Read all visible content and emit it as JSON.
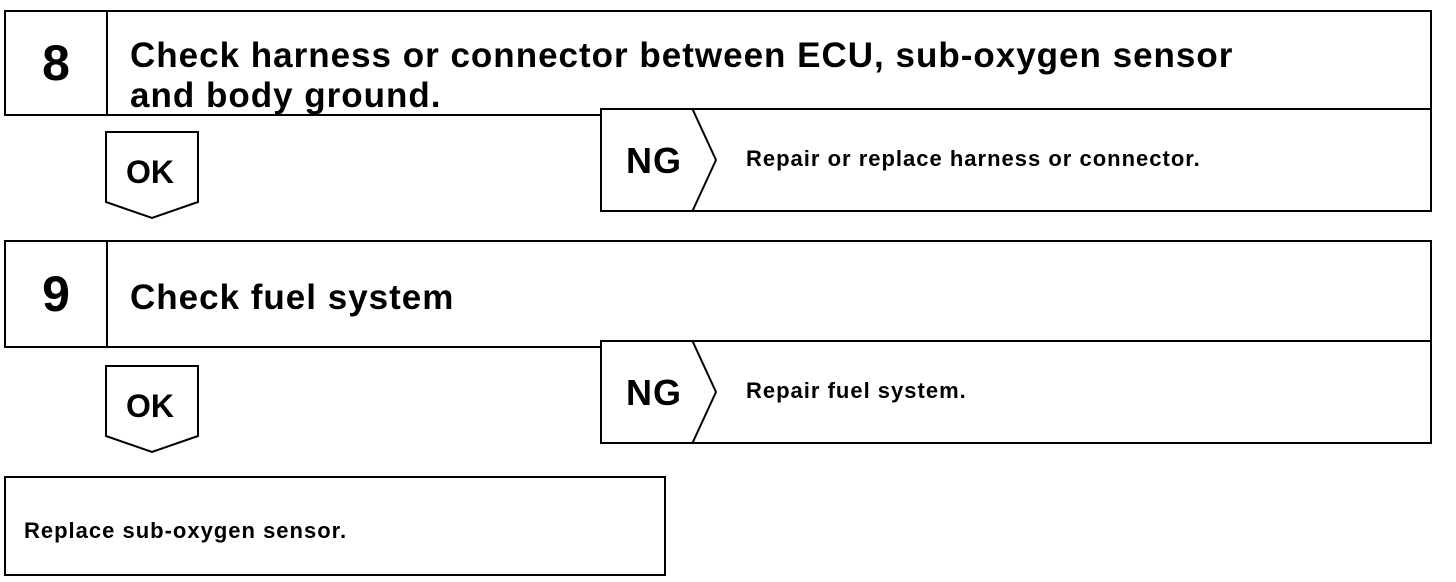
{
  "steps": [
    {
      "number": "8",
      "title_line1": "Check harness or connector between ECU, sub-oxygen sensor",
      "title_line2": "and body ground.",
      "ok_label": "OK",
      "ng_label": "NG",
      "ng_action": "Repair or replace harness or connector."
    },
    {
      "number": "9",
      "title_line1": "Check fuel system",
      "ok_label": "OK",
      "ng_label": "NG",
      "ng_action": "Repair fuel system."
    }
  ],
  "final_action": "Replace sub-oxygen sensor."
}
